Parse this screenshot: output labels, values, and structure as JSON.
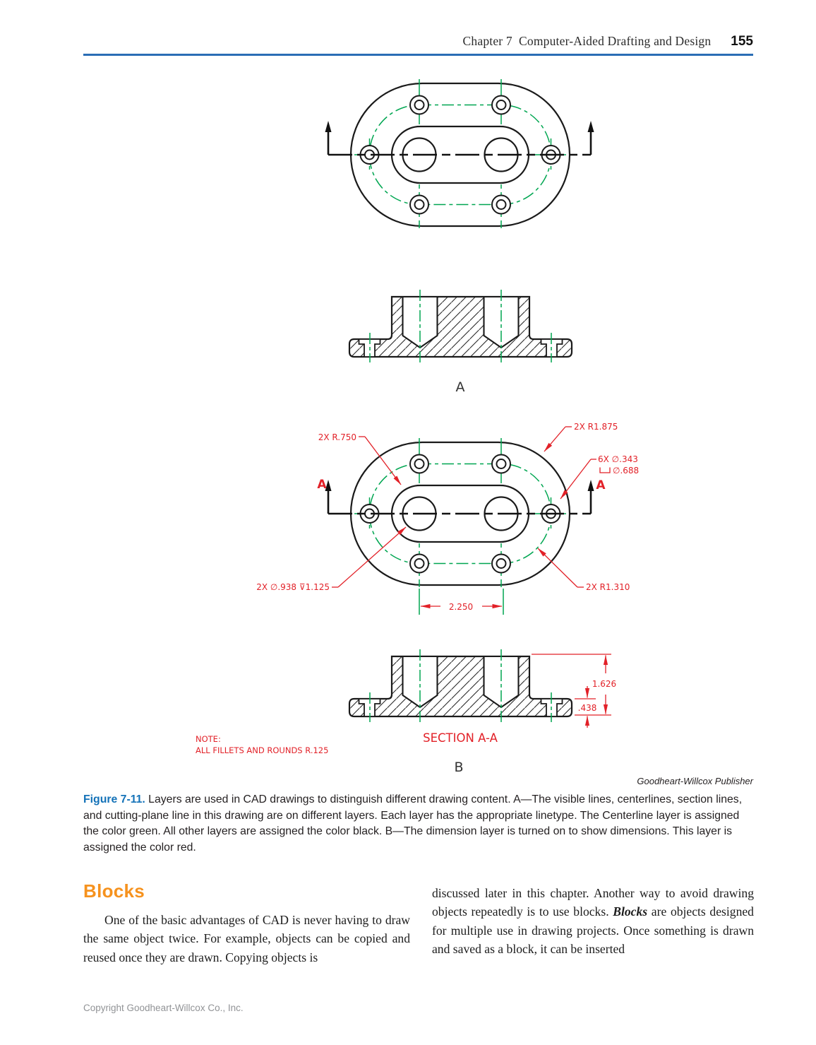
{
  "header": {
    "chapter_title": "Chapter 7  Computer-Aided Drafting and Design",
    "page_number": "155"
  },
  "figure": {
    "view_label_a": "A",
    "view_label_b": "B",
    "cutting_plane_label": "A",
    "dims": {
      "radius_inner": "2X R.750",
      "radius_outer": "2X R1.875",
      "hole_callout_line1": "6X ∅.343",
      "hole_callout_line2": "∅.688",
      "blind_hole_callout": "2X ∅.938 ⊽1.125",
      "radius_bolt_arc": "2X R1.310",
      "hole_spacing": "2.250",
      "height_total": "1.626",
      "height_flange": ".438"
    },
    "section_title": "SECTION A-A",
    "note_line1": "NOTE:",
    "note_line2": "ALL FILLETS AND ROUNDS R.125",
    "credit": "Goodheart-Willcox Publisher",
    "caption_lead": "Figure 7-11.",
    "caption_text": " Layers are used in CAD drawings to distinguish different drawing content. A—The visible lines, centerlines, section lines, and cutting-plane line in this drawing are on different layers. Each layer has the appropriate linetype. The Centerline layer is assigned the color green. All other layers are assigned the color black. B—The dimension layer is turned on to show dimensions. This layer is assigned the color red."
  },
  "body": {
    "heading": "Blocks",
    "col_left": "One of the basic advantages of CAD is never having to draw the same object twice. For example, objects can be copied and reused once they are drawn. Copying objects is",
    "col_right_pre": "discussed later in this chapter. Another way to avoid drawing objects repeatedly is to use blocks. ",
    "col_right_term": "Blocks",
    "col_right_post": " are objects designed for multiple use in drawing projects. Once something is drawn and saved as a block, it can be inserted"
  },
  "footer": {
    "copyright": "Copyright Goodheart-Willcox Co., Inc."
  },
  "colors": {
    "rule_blue": "#2a6db5",
    "caption_blue": "#1472b8",
    "heading_orange": "#f6921e",
    "dimension_red": "#e22128",
    "centerline_green": "#00a651"
  }
}
